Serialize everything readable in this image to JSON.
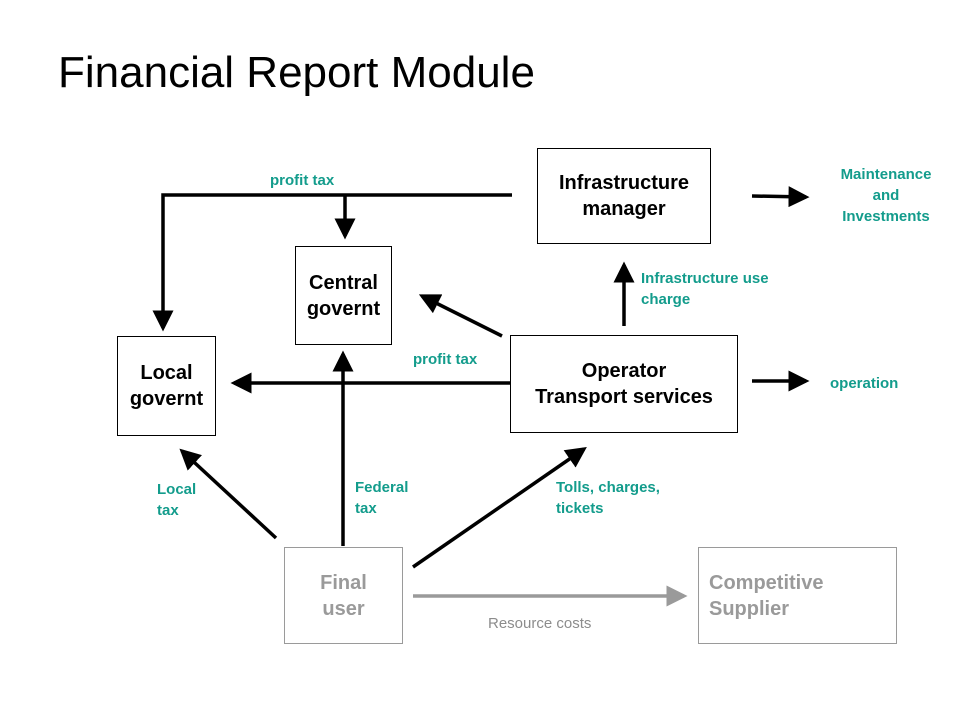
{
  "title": "Financial Report Module",
  "boxes": {
    "infrastructure_manager": "Infrastructure\nmanager",
    "central_government": "Central\ngovernt",
    "local_government": "Local\ngovernt",
    "operator": "Operator\nTransport services",
    "final_user": "Final\nuser",
    "competitive_supplier": "Competitive\nSupplier"
  },
  "flows": {
    "profit_tax_top": "profit tax",
    "profit_tax_mid": "profit tax",
    "maintenance": "Maintenance\nand\nInvestments",
    "infrastructure_use_charge": "Infrastructure use\ncharge",
    "operation": "operation",
    "local_tax": "Local\ntax",
    "federal_tax": "Federal\ntax",
    "tolls": "Tolls, charges,\ntickets",
    "resource_costs": "Resource costs"
  },
  "colors": {
    "label_accent": "#139c8c",
    "muted": "#9a9a9a"
  }
}
